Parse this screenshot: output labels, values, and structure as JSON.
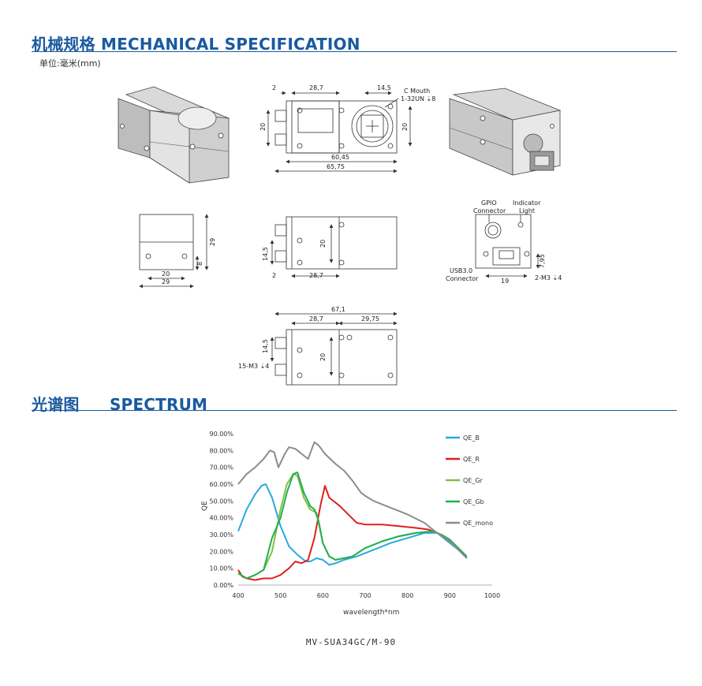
{
  "sections": {
    "mechanical": {
      "title": "机械规格 MECHANICAL SPECIFICATION",
      "unit_note": "单位:毫米(mm)"
    },
    "spectrum": {
      "title_cn": "光谱图",
      "title_en": "SPECTRUM"
    }
  },
  "drawing_labels": {
    "front_top": {
      "d2": "2",
      "d28_7": "28,7",
      "d14_5": "14,5",
      "c_mouth_1": "C Mouth",
      "c_mouth_2": "1-32UN ⇣8",
      "d20_left": "20",
      "d20_right": "20",
      "d60_45": "60,45",
      "d65_75": "65,75"
    },
    "side_small": {
      "d29_v": "29",
      "d8": "8",
      "d20": "20",
      "d29_h": "29"
    },
    "side_mid": {
      "d20": "20",
      "d14_5": "14,5",
      "d2": "2",
      "d28_7": "28,7"
    },
    "rear": {
      "gpio_1": "GPIO",
      "gpio_2": "Connector",
      "ind_1": "Indicator",
      "ind_2": "Light",
      "usb_1": "USB3.0",
      "usb_2": "Connector",
      "d7_95": "7,95",
      "d19": "19",
      "screw": "2-M3 ⇣4"
    },
    "bottom": {
      "d67_1": "67,1",
      "d28_7": "28,7",
      "d29_75": "29,75",
      "d14_5": "14,5",
      "d20": "20",
      "screw": "15-M3 ⇣4"
    }
  },
  "chart_data": {
    "type": "line",
    "ylabel": "QE",
    "xlabel": "wavelength*nm",
    "xlim": [
      400,
      1000
    ],
    "ylim": [
      0,
      90
    ],
    "x_ticks": [
      "400",
      "500",
      "600",
      "700",
      "800",
      "900",
      "1000"
    ],
    "y_ticks": [
      "0.00%",
      "10.00%",
      "20.00%",
      "30.00%",
      "40.00%",
      "50.00%",
      "60.00%",
      "70.00%",
      "80.00%",
      "90.00%"
    ],
    "grid": false,
    "legend_position": "right",
    "series": [
      {
        "name": "QE_B",
        "color": "#2aa8e0",
        "points": [
          [
            400,
            32
          ],
          [
            420,
            45
          ],
          [
            440,
            54
          ],
          [
            455,
            59
          ],
          [
            465,
            60
          ],
          [
            480,
            52
          ],
          [
            500,
            35
          ],
          [
            520,
            23
          ],
          [
            540,
            18
          ],
          [
            560,
            14
          ],
          [
            570,
            14
          ],
          [
            585,
            16
          ],
          [
            600,
            15
          ],
          [
            615,
            12
          ],
          [
            630,
            13
          ],
          [
            650,
            15
          ],
          [
            680,
            17
          ],
          [
            720,
            21
          ],
          [
            760,
            25
          ],
          [
            800,
            28
          ],
          [
            840,
            31
          ],
          [
            870,
            31
          ],
          [
            900,
            25
          ],
          [
            920,
            21
          ],
          [
            940,
            16
          ]
        ]
      },
      {
        "name": "QE_R",
        "color": "#e02020",
        "points": [
          [
            400,
            9
          ],
          [
            410,
            5
          ],
          [
            420,
            4
          ],
          [
            440,
            3
          ],
          [
            460,
            4
          ],
          [
            480,
            4
          ],
          [
            500,
            6
          ],
          [
            520,
            10
          ],
          [
            535,
            14
          ],
          [
            550,
            13
          ],
          [
            565,
            15
          ],
          [
            580,
            28
          ],
          [
            595,
            48
          ],
          [
            605,
            59
          ],
          [
            615,
            52
          ],
          [
            640,
            47
          ],
          [
            660,
            42
          ],
          [
            680,
            37
          ],
          [
            700,
            36
          ],
          [
            740,
            36
          ],
          [
            780,
            35
          ],
          [
            820,
            34
          ],
          [
            850,
            33
          ],
          [
            870,
            31
          ],
          [
            900,
            26
          ],
          [
            920,
            22
          ],
          [
            940,
            16
          ]
        ]
      },
      {
        "name": "QE_Gr",
        "color": "#80c040",
        "points": [
          [
            400,
            7
          ],
          [
            420,
            4
          ],
          [
            440,
            6
          ],
          [
            460,
            9
          ],
          [
            480,
            20
          ],
          [
            500,
            45
          ],
          [
            515,
            60
          ],
          [
            530,
            66
          ],
          [
            540,
            65
          ],
          [
            555,
            52
          ],
          [
            570,
            45
          ],
          [
            585,
            43
          ],
          [
            600,
            25
          ],
          [
            615,
            17
          ],
          [
            630,
            15
          ],
          [
            650,
            16
          ],
          [
            670,
            17
          ],
          [
            700,
            22
          ],
          [
            740,
            26
          ],
          [
            780,
            29
          ],
          [
            820,
            31
          ],
          [
            860,
            32
          ],
          [
            880,
            30
          ],
          [
            900,
            27
          ],
          [
            920,
            22
          ],
          [
            940,
            17
          ]
        ]
      },
      {
        "name": "QE_Gb",
        "color": "#20b050",
        "points": [
          [
            400,
            7
          ],
          [
            420,
            4
          ],
          [
            440,
            6
          ],
          [
            460,
            9
          ],
          [
            480,
            28
          ],
          [
            500,
            40
          ],
          [
            515,
            55
          ],
          [
            530,
            66
          ],
          [
            540,
            67
          ],
          [
            555,
            55
          ],
          [
            570,
            47
          ],
          [
            580,
            45
          ],
          [
            590,
            38
          ],
          [
            600,
            25
          ],
          [
            615,
            17
          ],
          [
            630,
            15
          ],
          [
            650,
            16
          ],
          [
            670,
            17
          ],
          [
            700,
            22
          ],
          [
            740,
            26
          ],
          [
            780,
            29
          ],
          [
            820,
            31
          ],
          [
            860,
            32
          ],
          [
            880,
            30
          ],
          [
            900,
            27
          ],
          [
            920,
            22
          ],
          [
            940,
            17
          ]
        ]
      },
      {
        "name": "QE_mono",
        "color": "#8c8c8c",
        "points": [
          [
            400,
            60
          ],
          [
            420,
            66
          ],
          [
            440,
            70
          ],
          [
            460,
            75
          ],
          [
            475,
            80
          ],
          [
            485,
            79
          ],
          [
            495,
            70
          ],
          [
            510,
            78
          ],
          [
            520,
            82
          ],
          [
            535,
            81
          ],
          [
            550,
            78
          ],
          [
            565,
            75
          ],
          [
            580,
            85
          ],
          [
            590,
            83
          ],
          [
            605,
            78
          ],
          [
            630,
            72
          ],
          [
            650,
            68
          ],
          [
            670,
            62
          ],
          [
            690,
            55
          ],
          [
            700,
            53
          ],
          [
            720,
            50
          ],
          [
            760,
            46
          ],
          [
            800,
            42
          ],
          [
            840,
            37
          ],
          [
            870,
            31
          ],
          [
            900,
            26
          ],
          [
            920,
            21
          ],
          [
            940,
            16
          ]
        ]
      }
    ]
  },
  "model": "MV-SUA34GC/M-90"
}
